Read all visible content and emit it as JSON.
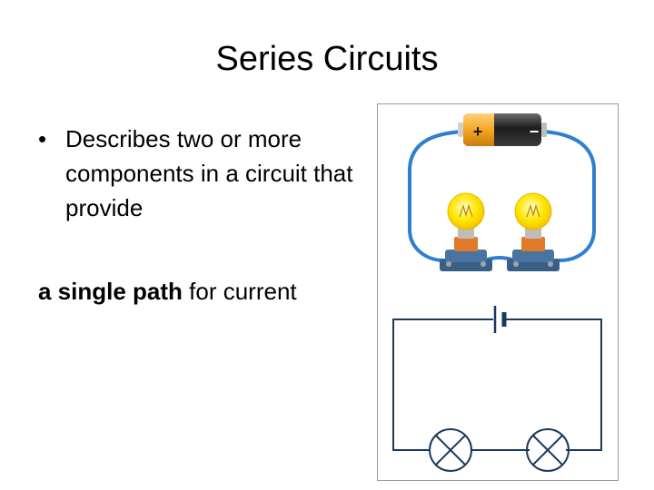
{
  "slide": {
    "title": "Series Circuits",
    "bullet_symbol": "•",
    "bullet_text": "Describes two or more components in a circuit that provide",
    "emphasis": "a single path",
    "emphasis_rest": " for current"
  },
  "figure": {
    "battery_plus": "+",
    "battery_minus": "−",
    "colors": {
      "wire": "#2f7fd0",
      "battery_orange": "#f5a623",
      "battery_dark": "#2b2b2b",
      "bulb_yellow": "#ffe600",
      "lamp_base": "#e07a2a",
      "socket": "#3a5f86",
      "diagram_line": "#1a3a5c"
    }
  }
}
